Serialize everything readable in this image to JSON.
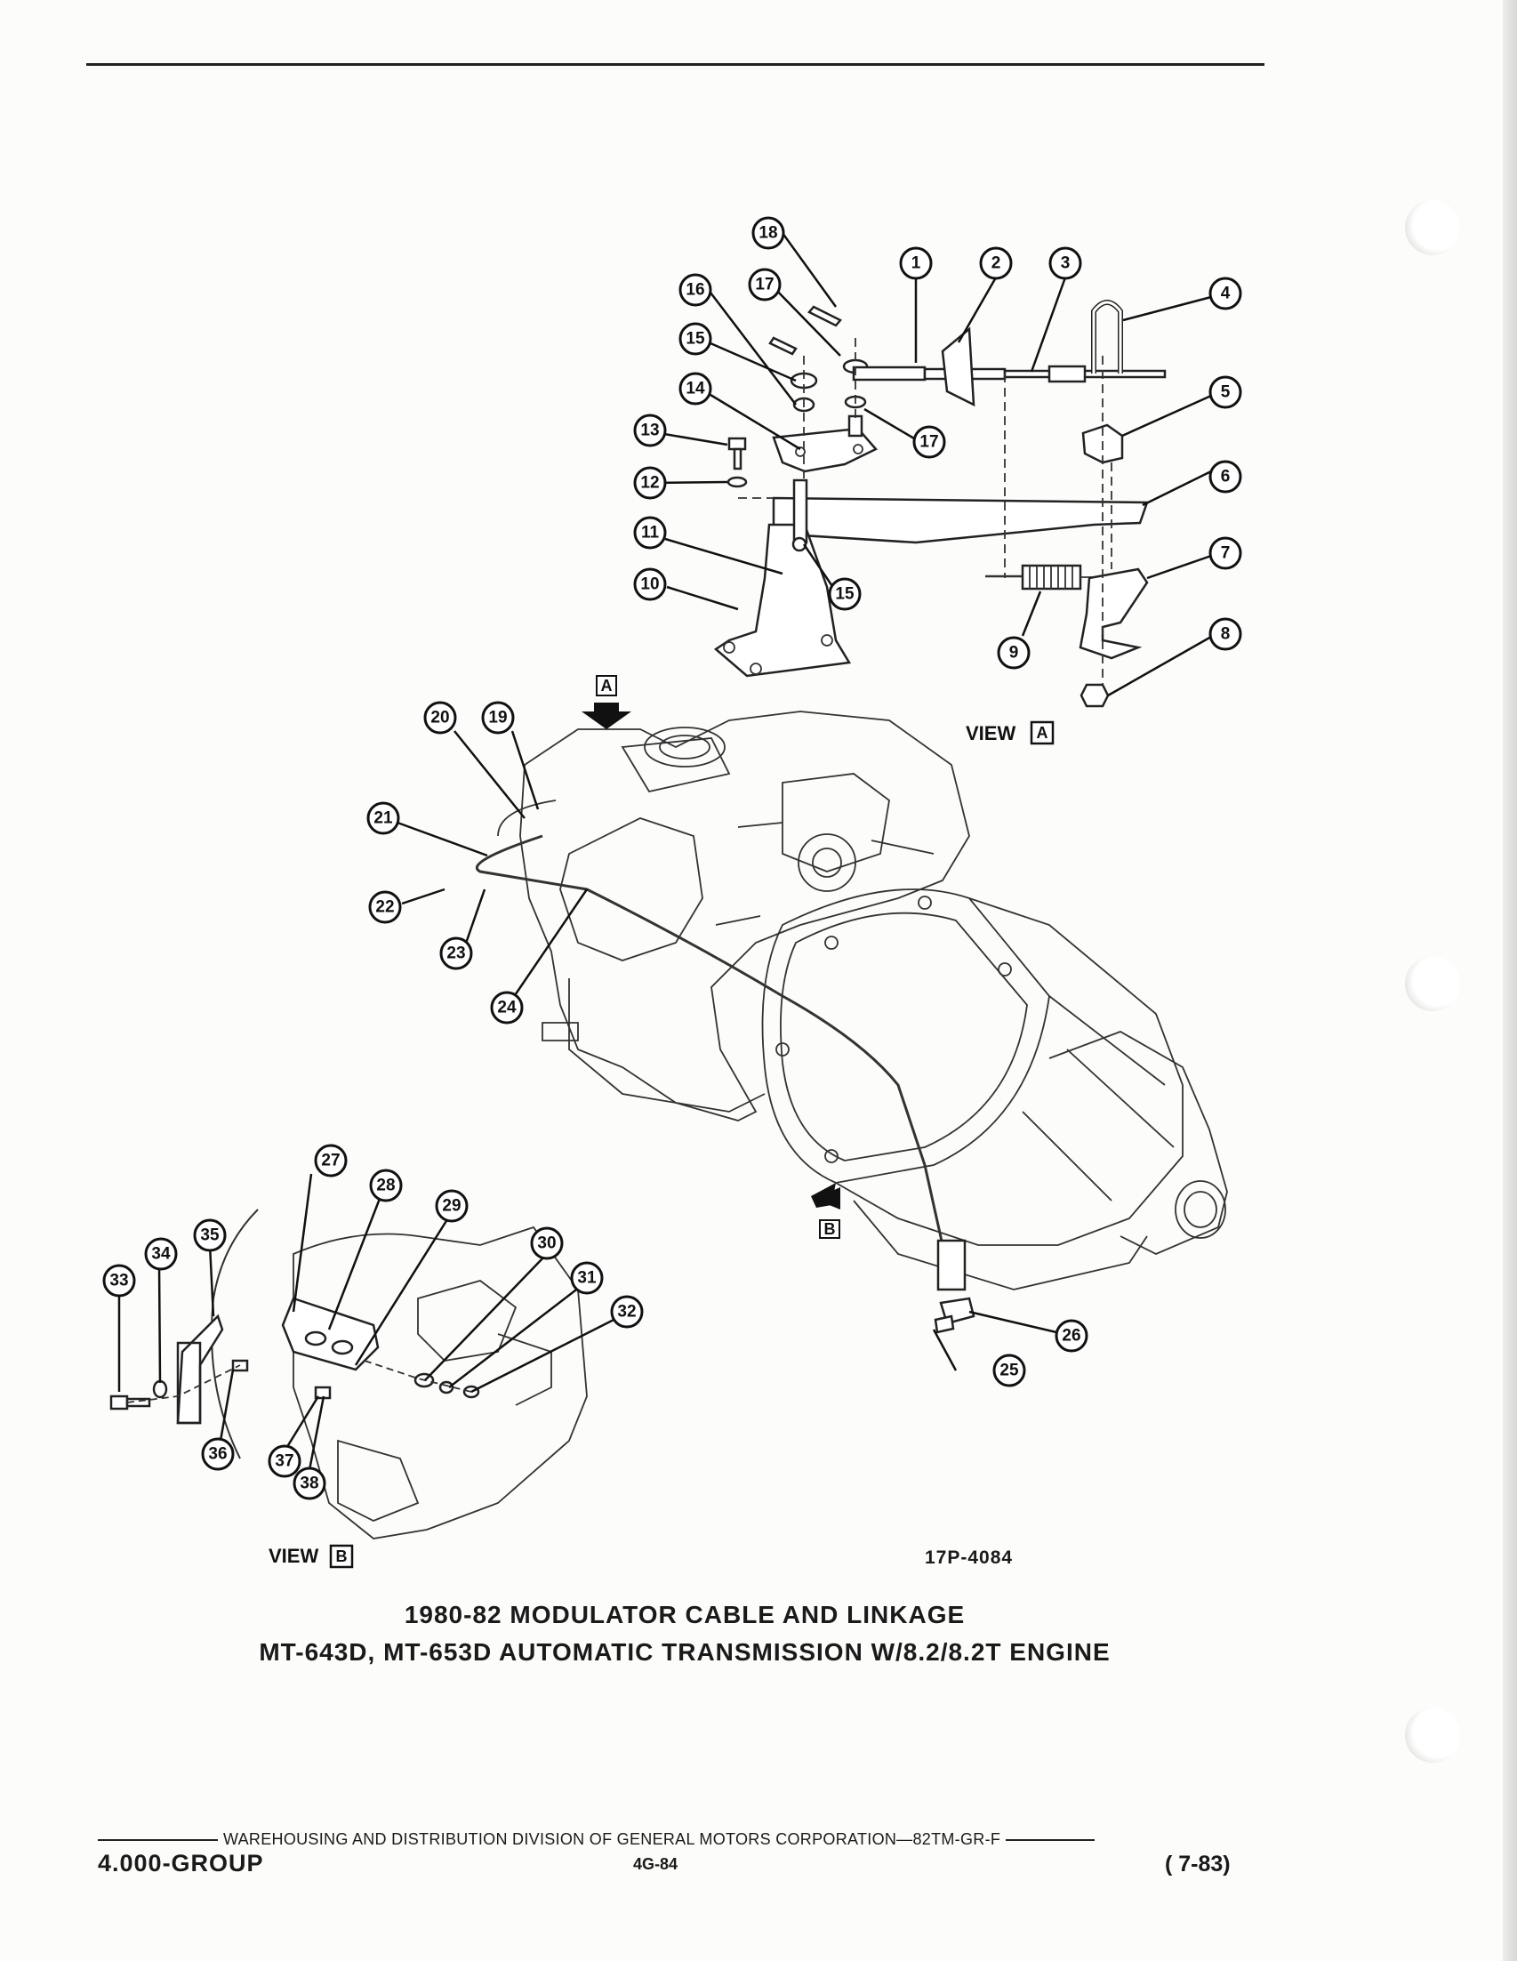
{
  "figure": {
    "figure_number": "17P-4084",
    "view_a_label": "VIEW",
    "view_a_letter": "A",
    "view_b_label": "VIEW",
    "view_b_letter": "B",
    "arrow_a_letter": "A",
    "arrow_b_letter": "B",
    "callouts": [
      "1",
      "2",
      "3",
      "4",
      "5",
      "6",
      "7",
      "8",
      "9",
      "10",
      "11",
      "12",
      "13",
      "14",
      "15",
      "16",
      "17",
      "18",
      "19",
      "20",
      "21",
      "22",
      "23",
      "24",
      "25",
      "26",
      "27",
      "28",
      "29",
      "30",
      "31",
      "32",
      "33",
      "34",
      "35",
      "36",
      "37",
      "38"
    ]
  },
  "caption": {
    "line1": "1980-82 MODULATOR CABLE AND LINKAGE",
    "line2": "MT-643D, MT-653D AUTOMATIC TRANSMISSION W/8.2/8.2T ENGINE"
  },
  "footer": {
    "publisher_line": "WAREHOUSING AND DISTRIBUTION DIVISION OF GENERAL MOTORS CORPORATION—82TM-GR-F",
    "group": "4.000-GROUP",
    "page": "4G-84",
    "date": "( 7-83)"
  }
}
